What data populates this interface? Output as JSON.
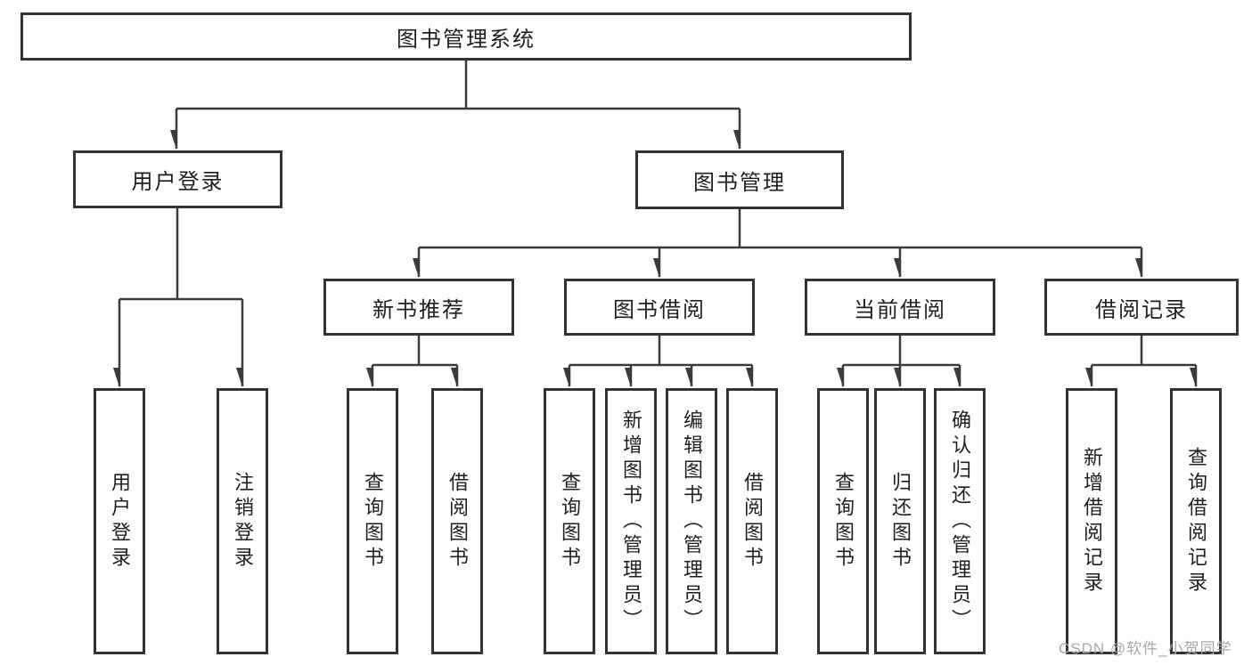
{
  "tree": {
    "root": {
      "label": "图书管理系统"
    },
    "level2": [
      {
        "id": "user-login",
        "label": "用户登录"
      },
      {
        "id": "book-management",
        "label": "图书管理"
      }
    ],
    "level3": [
      {
        "id": "new-book-recommendation",
        "label": "新书推荐",
        "parent": "book-management"
      },
      {
        "id": "book-borrowing",
        "label": "图书借阅",
        "parent": "book-management"
      },
      {
        "id": "current-borrowing",
        "label": "当前借阅",
        "parent": "book-management"
      },
      {
        "id": "borrowing-records",
        "label": "借阅记录",
        "parent": "book-management"
      }
    ],
    "leaves": [
      {
        "label": "用户登录",
        "parent": "user-login"
      },
      {
        "label": "注销登录",
        "parent": "user-login"
      },
      {
        "label": "查询图书",
        "parent": "new-book-recommendation"
      },
      {
        "label": "借阅图书",
        "parent": "new-book-recommendation"
      },
      {
        "label": "查询图书",
        "parent": "book-borrowing"
      },
      {
        "label": "新增图书（管理员）",
        "parent": "book-borrowing"
      },
      {
        "label": "编辑图书（管理员）",
        "parent": "book-borrowing"
      },
      {
        "label": "借阅图书",
        "parent": "book-borrowing"
      },
      {
        "label": "查询图书",
        "parent": "current-borrowing"
      },
      {
        "label": "归还图书",
        "parent": "current-borrowing"
      },
      {
        "label": "确认归还（管理员）",
        "parent": "current-borrowing"
      },
      {
        "label": "新增借阅记录",
        "parent": "borrowing-records"
      },
      {
        "label": "查询借阅记录",
        "parent": "borrowing-records"
      }
    ]
  },
  "watermark": "CSDN @软件_小贺同学",
  "colors": {
    "line": "#3b3b3b",
    "box_border": "#333333",
    "text": "#1f1f1f",
    "watermark": "#a8a8a8",
    "background": "#ffffff"
  }
}
